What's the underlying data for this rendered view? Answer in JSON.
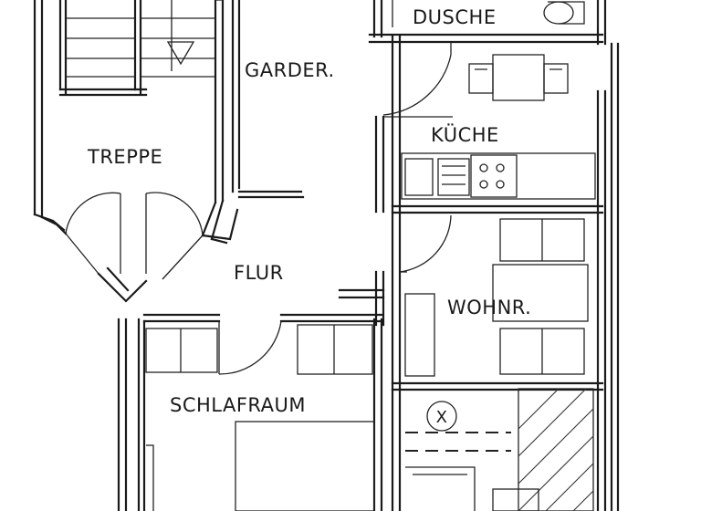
{
  "rooms": {
    "dusche": "DUSCHE",
    "garderobe": "GARDER.",
    "kueche": "KÜCHE",
    "treppe": "TREPPE",
    "flur": "FLUR",
    "wohnraum": "WOHNR.",
    "schlafraum": "SCHLAFRAUM"
  },
  "symbols": {
    "fixture_mark": "X"
  }
}
